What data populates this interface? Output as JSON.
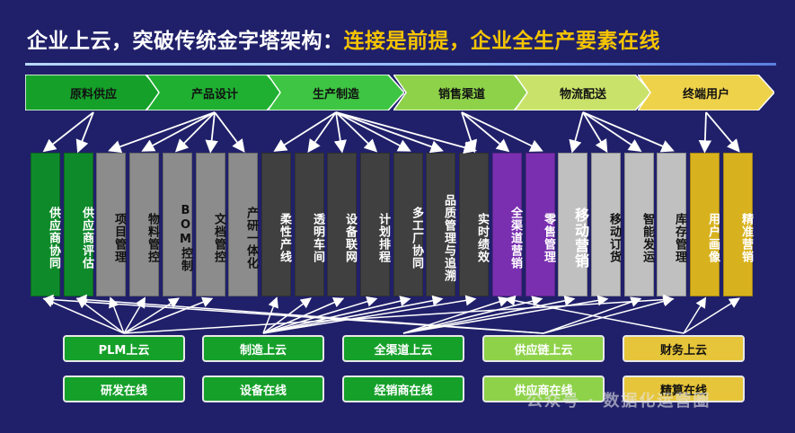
{
  "title": {
    "part1": "企业上云，突破传统金字塔架构：",
    "part2": "连接是前提，企业全生产要素在线"
  },
  "stages": [
    {
      "label": "原料供应",
      "color": "#15a02a"
    },
    {
      "label": "产品设计",
      "color": "#1fb032"
    },
    {
      "label": "生产制造",
      "color": "#3ec543"
    },
    {
      "label": "销售渠道",
      "color": "#8ed24a"
    },
    {
      "label": "物流配送",
      "color": "#c9e36a"
    },
    {
      "label": "终端用户",
      "color": "#eed24a"
    }
  ],
  "columns": [
    {
      "label": "供应商协同",
      "color": "#0f8a2a",
      "text": "#ffffff"
    },
    {
      "label": "供应商评估",
      "color": "#0f8a2a",
      "text": "#ffffff"
    },
    {
      "label": "项目管理",
      "color": "#8c8c8c",
      "text": "#111111"
    },
    {
      "label": "物料管控",
      "color": "#8c8c8c",
      "text": "#111111"
    },
    {
      "label": "BOM控制",
      "color": "#8c8c8c",
      "text": "#111111"
    },
    {
      "label": "文档管控",
      "color": "#8c8c8c",
      "text": "#111111"
    },
    {
      "label": "产研一体化",
      "color": "#8c8c8c",
      "text": "#111111"
    },
    {
      "label": "柔性产线",
      "color": "#404040",
      "text": "#ffffff"
    },
    {
      "label": "透明车间",
      "color": "#404040",
      "text": "#ffffff"
    },
    {
      "label": "设备联网",
      "color": "#404040",
      "text": "#ffffff"
    },
    {
      "label": "计划排程",
      "color": "#404040",
      "text": "#ffffff"
    },
    {
      "label": "多工厂协同",
      "color": "#404040",
      "text": "#ffffff"
    },
    {
      "label": "品质管理与追溯",
      "color": "#404040",
      "text": "#ffffff"
    },
    {
      "label": "实时绩效",
      "color": "#404040",
      "text": "#ffffff"
    },
    {
      "label": "全渠道营销",
      "color": "#7a2fb0",
      "text": "#ffffff"
    },
    {
      "label": "零售管理",
      "color": "#7a2fb0",
      "text": "#ffffff"
    },
    {
      "label": "移动营销",
      "color": "#c0c0c0",
      "text": "#ffffff"
    },
    {
      "label": "移动订货",
      "color": "#c0c0c0",
      "text": "#111111"
    },
    {
      "label": "智能发运",
      "color": "#c0c0c0",
      "text": "#111111"
    },
    {
      "label": "库存管理",
      "color": "#c0c0c0",
      "text": "#111111"
    },
    {
      "label": "用户画像",
      "color": "#d8b21e",
      "text": "#ffffff"
    },
    {
      "label": "精准营销",
      "color": "#d8b21e",
      "text": "#ffffff"
    }
  ],
  "buttons_row1": [
    {
      "label": "PLM上云",
      "color": "#15a02a",
      "text": "#ffffff"
    },
    {
      "label": "制造上云",
      "color": "#15a02a",
      "text": "#ffffff"
    },
    {
      "label": "全渠道上云",
      "color": "#15a02a",
      "text": "#ffffff"
    },
    {
      "label": "供应链上云",
      "color": "#8ed24a",
      "text": "#ffffff"
    },
    {
      "label": "财务上云",
      "color": "#e6c53a",
      "text": "#111111"
    }
  ],
  "buttons_row2": [
    {
      "label": "研发在线",
      "color": "#15a02a",
      "text": "#ffffff"
    },
    {
      "label": "设备在线",
      "color": "#15a02a",
      "text": "#ffffff"
    },
    {
      "label": "经销商在线",
      "color": "#15a02a",
      "text": "#ffffff"
    },
    {
      "label": "供应商在线",
      "color": "#8ed24a",
      "text": "#ffffff"
    },
    {
      "label": "精算在线",
      "color": "#e6c53a",
      "text": "#111111"
    }
  ],
  "watermark": "公众号 · 数据化运营圈"
}
